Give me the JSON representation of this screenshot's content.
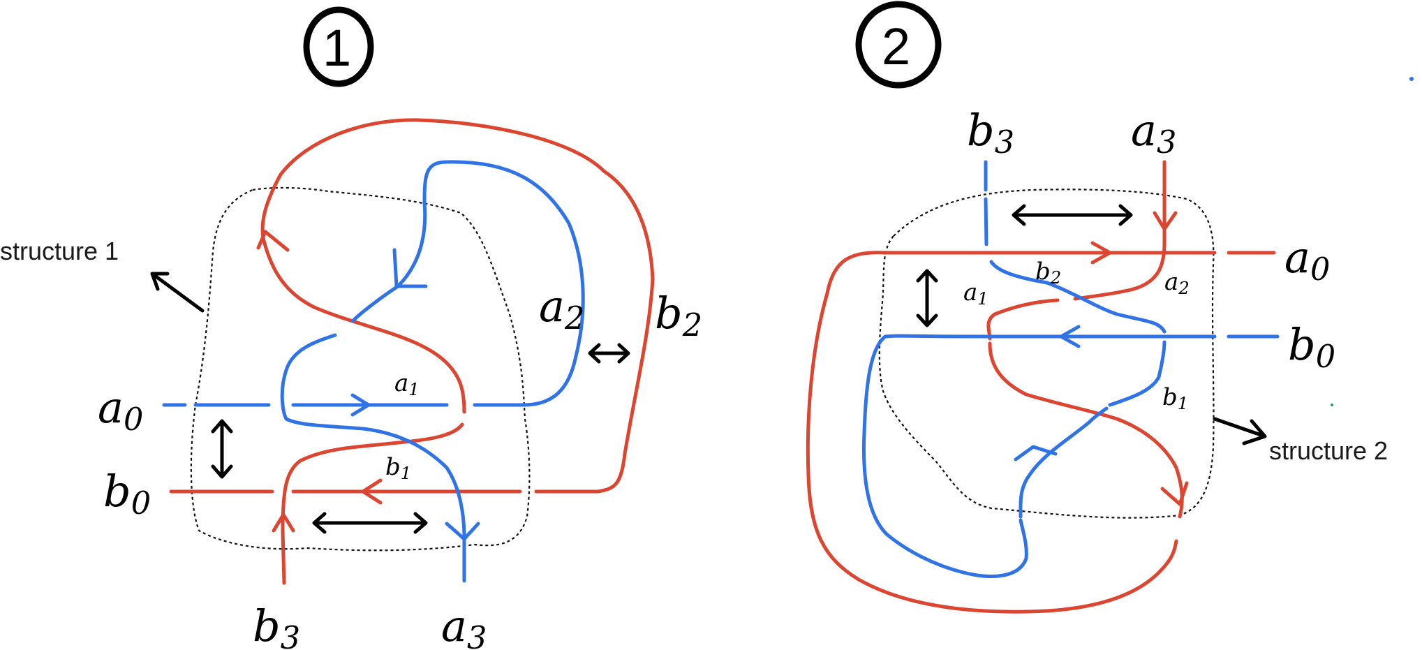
{
  "panels": [
    {
      "number": "1",
      "structure_label": "structure 1",
      "labels": {
        "a0": "a0",
        "b0": "b0",
        "a1": "a1",
        "b1": "b1",
        "a2": "a2",
        "b2": "b2",
        "a3": "a3",
        "b3": "b3"
      }
    },
    {
      "number": "2",
      "structure_label": "structure 2",
      "labels": {
        "a0": "a0",
        "b0": "b0",
        "a1": "a1",
        "b1": "b1",
        "a2": "a2",
        "b2": "b2",
        "a3": "a3",
        "b3": "b3"
      }
    }
  ],
  "colors": {
    "a_strand": "#2f73e6",
    "b_strand": "#dc4530",
    "outline": "#000000"
  }
}
